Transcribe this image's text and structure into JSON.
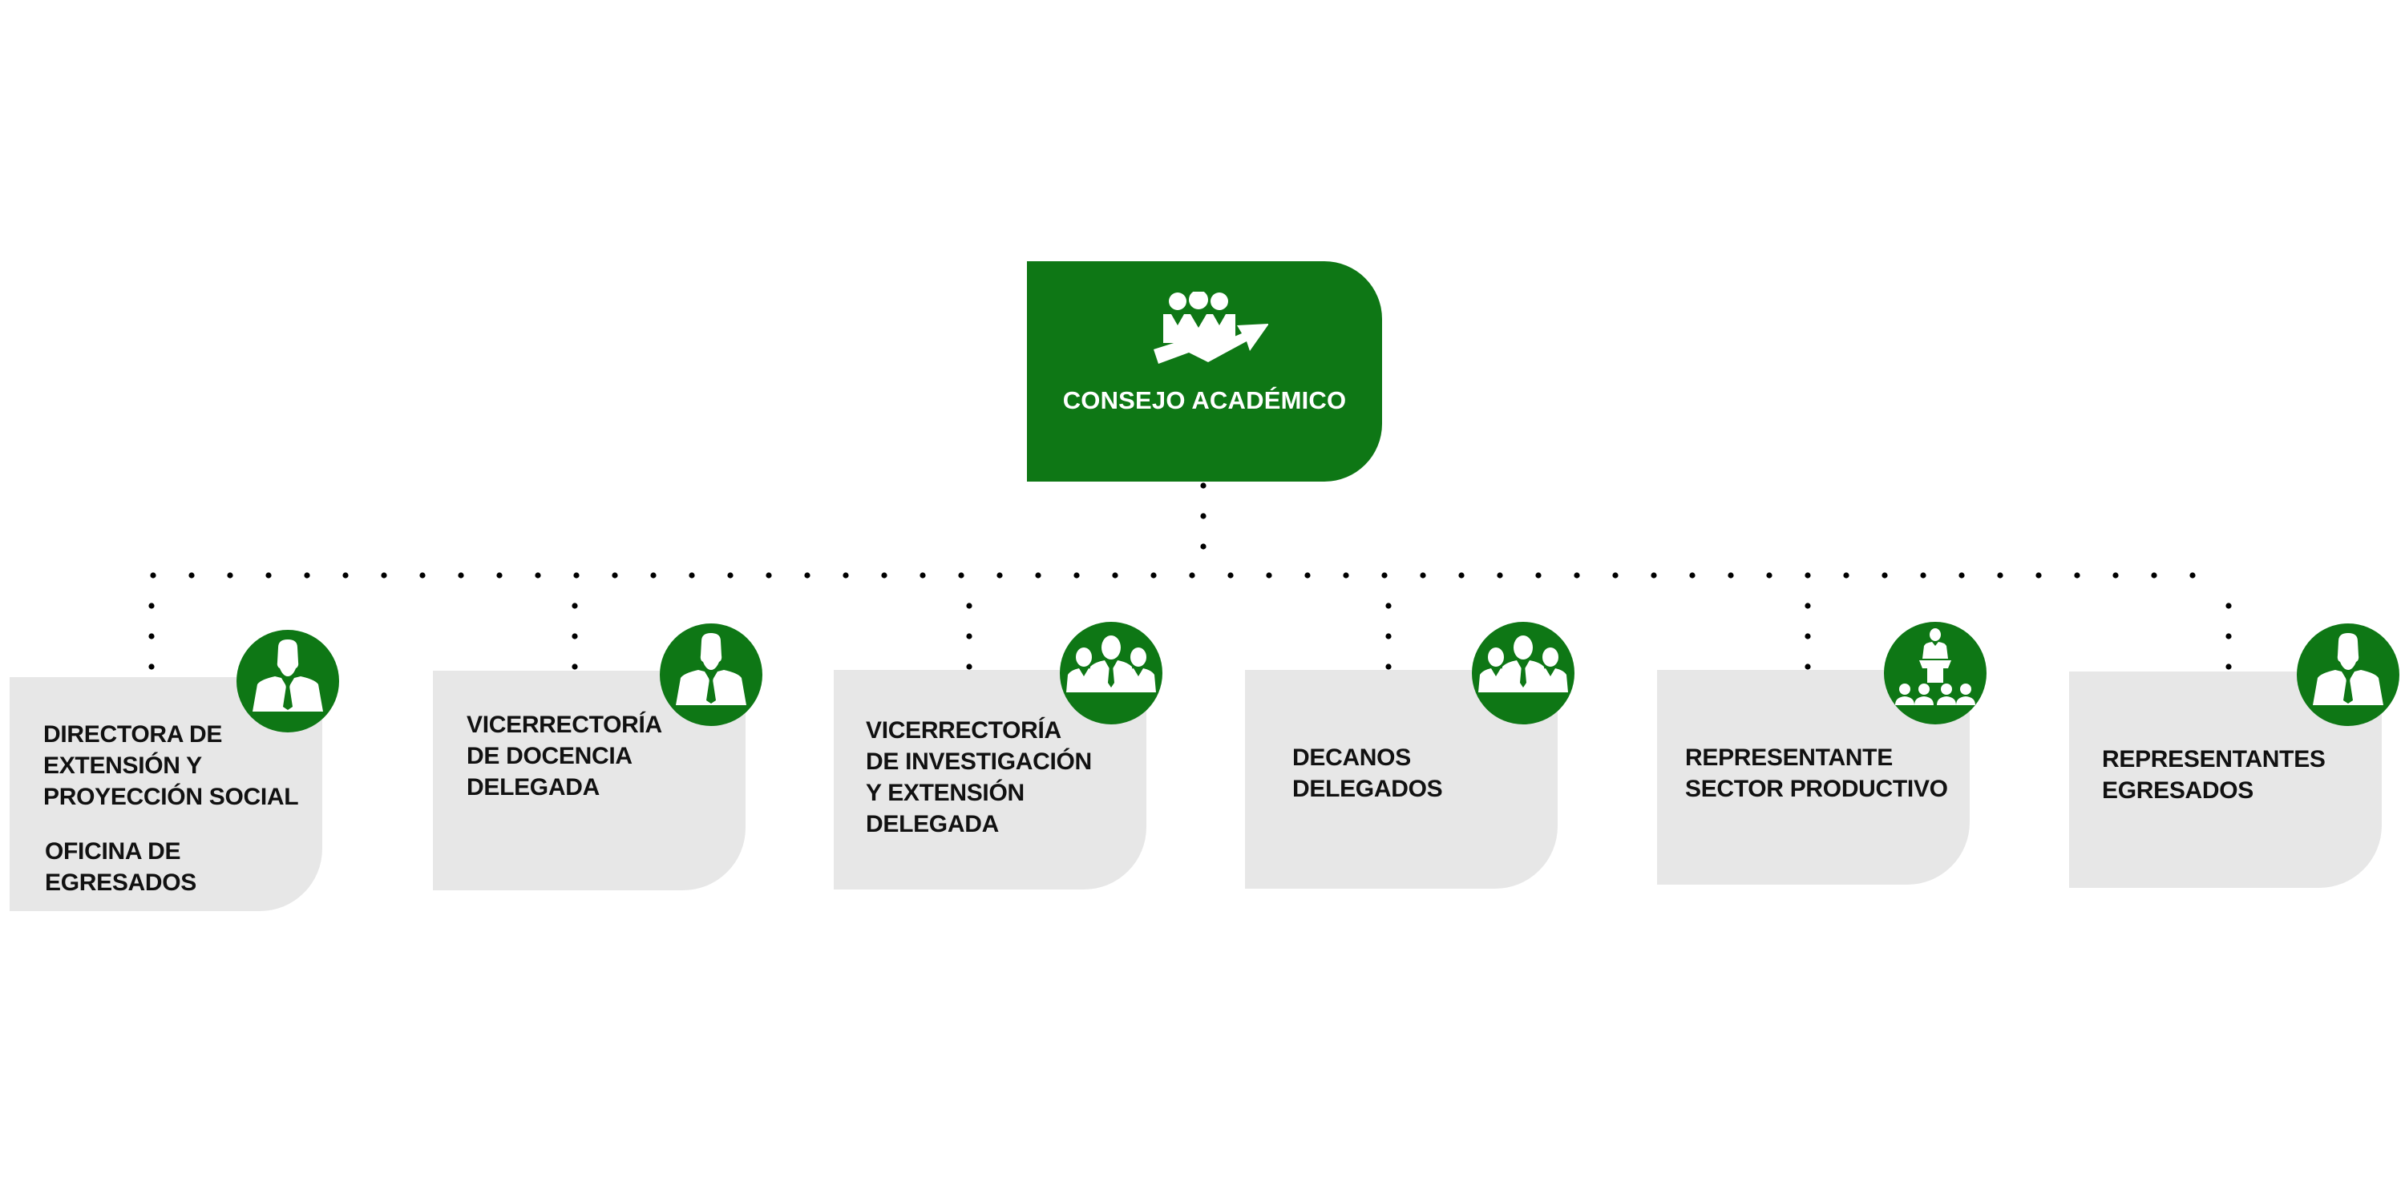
{
  "root": {
    "title": "CONSEJO ACADÉMICO",
    "icon": "team-growth-icon"
  },
  "members": [
    {
      "title": "DIRECTORA DE\nEXTENSIÓN Y\nPROYECCIÓN SOCIAL",
      "subtitle": "OFICINA DE\nEGRESADOS",
      "icon": "person-icon"
    },
    {
      "title": "VICERRECTORÍA\nDE DOCENCIA\nDELEGADA",
      "icon": "person-icon"
    },
    {
      "title": "VICERRECTORÍA\nDE INVESTIGACIÓN\nY EXTENSIÓN\nDELEGADA",
      "icon": "group-icon"
    },
    {
      "title": "DECANOS\nDELEGADOS",
      "icon": "group-icon"
    },
    {
      "title": "REPRESENTANTE\nSECTOR PRODUCTIVO",
      "icon": "speaker-audience-icon"
    },
    {
      "title": "REPRESENTANTES\nEGRESADOS",
      "icon": "person-icon"
    }
  ],
  "colors": {
    "accent": "#0e7715",
    "card": "#e7e7e7",
    "text": "#111111",
    "connector": "#000000"
  }
}
